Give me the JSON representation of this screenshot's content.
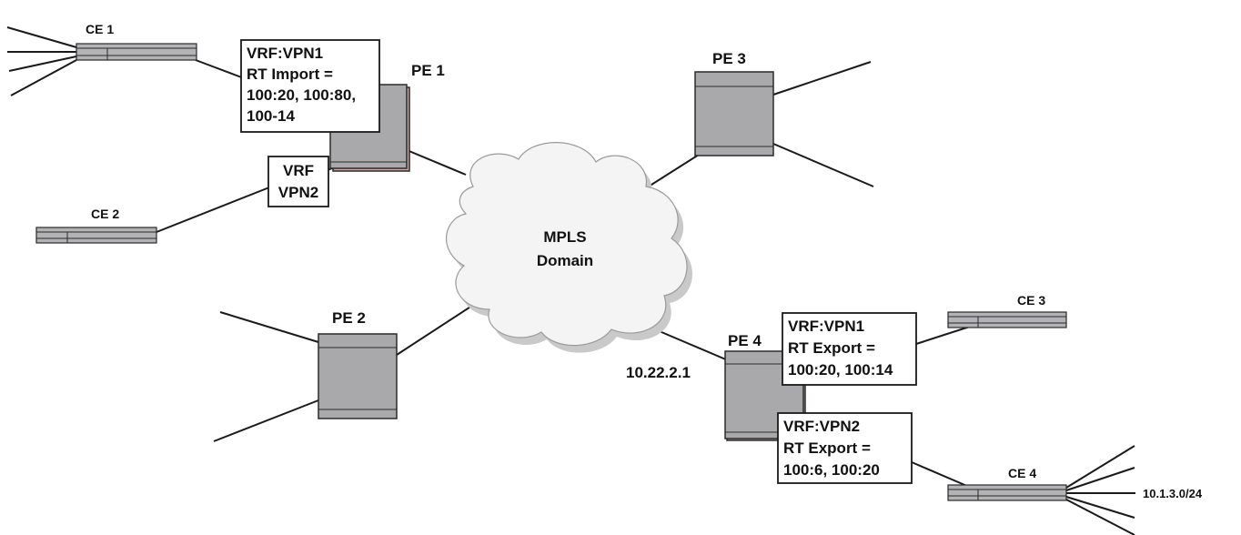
{
  "cloud": {
    "line1": "MPLS",
    "line2": "Domain"
  },
  "pe": [
    {
      "label": "PE 1"
    },
    {
      "label": "PE 2"
    },
    {
      "label": "PE 3"
    },
    {
      "label": "PE 4"
    }
  ],
  "ce": [
    {
      "label": "CE 1"
    },
    {
      "label": "CE 2"
    },
    {
      "label": "CE 3"
    },
    {
      "label": "CE 4"
    }
  ],
  "vrf_boxes": [
    {
      "lines": [
        "VRF:VPN1",
        "RT Import =",
        "100:20, 100:80,",
        "100-14"
      ]
    },
    {
      "lines": [
        "VRF",
        "VPN2"
      ]
    },
    {
      "lines": [
        "VRF:VPN1",
        "RT Export =",
        "100:20, 100:14"
      ]
    },
    {
      "lines": [
        "VRF:VPN2",
        "RT Export =",
        "100:6, 100:20"
      ]
    }
  ],
  "annotations": {
    "pe4_address": "10.22.2.1",
    "ce4_network": "10.1.3.0/24"
  },
  "colors": {
    "router_fill": "#a9a9ab",
    "router_stroke": "#2a2a2a",
    "cloud_fill": "#f4f4f4",
    "cloud_shadow": "#c9c9c9"
  }
}
